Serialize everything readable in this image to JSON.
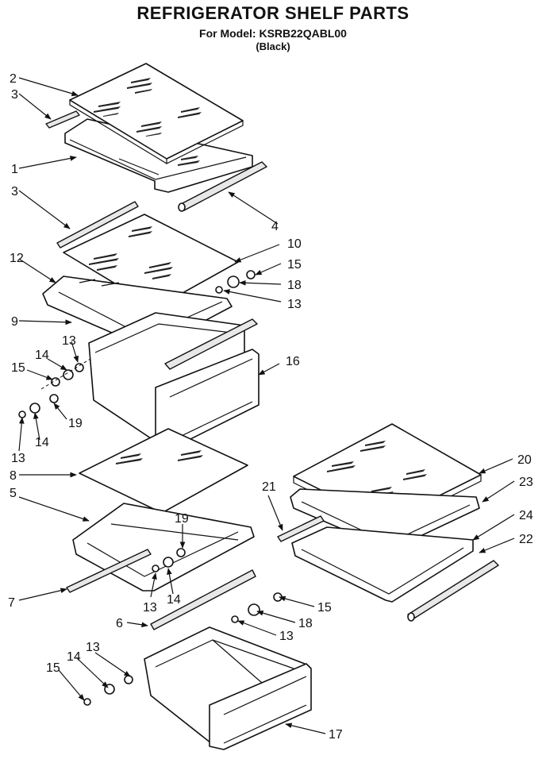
{
  "title": "REFRIGERATOR SHELF PARTS",
  "model_line": "For Model: KSRB22QABL00",
  "color_note": "(Black)",
  "callouts": {
    "c2": "2",
    "c3a": "3",
    "c1": "1",
    "c3b": "3",
    "c4": "4",
    "c12": "12",
    "c10": "10",
    "c15a": "15",
    "c18a": "18",
    "c13a": "13",
    "c9": "9",
    "c13b": "13",
    "c14a": "14",
    "c15b": "15",
    "c16": "16",
    "c19a": "19",
    "c14b": "14",
    "c13c": "13",
    "c20": "20",
    "c8": "8",
    "c23": "23",
    "c21": "21",
    "c5": "5",
    "c24": "24",
    "c19b": "19",
    "c22": "22",
    "c7": "7",
    "c13d": "13",
    "c14c": "14",
    "c15c": "15",
    "c6": "6",
    "c18b": "18",
    "c13e": "13",
    "c14d": "14",
    "c13f": "13",
    "c15d": "15",
    "c17": "17"
  }
}
